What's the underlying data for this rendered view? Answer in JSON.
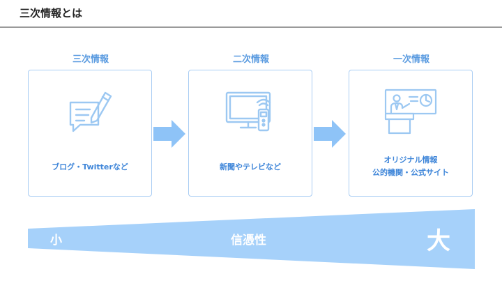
{
  "header": {
    "title": "三次情報とは"
  },
  "columns": [
    {
      "heading": "三次情報",
      "caption_lines": [
        "ブログ・Twitterなど"
      ],
      "icon": "chat-pen-icon"
    },
    {
      "heading": "二次情報",
      "caption_lines": [
        "新聞やテレビなど"
      ],
      "icon": "tv-remote-icon"
    },
    {
      "heading": "一次情報",
      "caption_lines": [
        "オリジナル情報",
        "公的機関・公式サイト"
      ],
      "icon": "presenter-icon"
    }
  ],
  "credibility": {
    "label": "信憑性",
    "low": "小",
    "high": "大"
  },
  "colors": {
    "accent": "#5a9be0",
    "light_blue": "#a9cdf3",
    "fill_blue": "#a6d1fa",
    "arrow_blue": "#8ec3f7"
  }
}
